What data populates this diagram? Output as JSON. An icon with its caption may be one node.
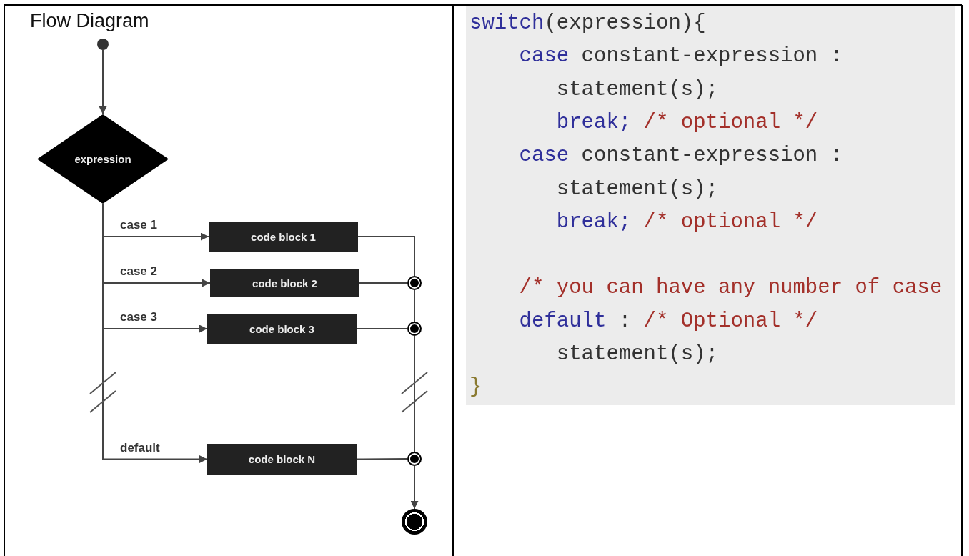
{
  "diagram": {
    "title": "Flow Diagram",
    "nodes": [
      {
        "text": [],
        "shape": "circle"
      },
      {
        "text": [
          "expression"
        ]
      },
      {
        "text": [
          "code block 1"
        ]
      },
      {
        "text": [
          "code block 2"
        ]
      },
      {
        "text": [
          "code block 3"
        ]
      },
      {
        "text": [
          "code block N"
        ]
      },
      {
        "text": [],
        "shape": "circle"
      },
      {
        "text": [],
        "shape": "circle"
      },
      {
        "text": [],
        "shape": "circle"
      },
      {
        "text": [],
        "shape": "circle"
      }
    ],
    "edges": [
      {
        "from": 0,
        "to": 1,
        "arrow": "to"
      },
      {
        "from": 1,
        "to": 2,
        "arrow": "to",
        "label": "case 1"
      },
      {
        "from": 1,
        "to": 3,
        "arrow": "to",
        "label": "case 2"
      },
      {
        "from": 1,
        "to": 4,
        "arrow": "to",
        "label": "case 3"
      },
      {
        "from": 1,
        "to": 5,
        "arrow": "to",
        "label": "default"
      },
      {
        "from": 2,
        "to": 6,
        "arrow": "none"
      },
      {
        "from": 3,
        "to": 6,
        "arrow": "none"
      },
      {
        "from": 6,
        "to": 7,
        "arrow": "none"
      },
      {
        "from": 4,
        "to": 7,
        "arrow": "none"
      },
      {
        "from": 7,
        "to": 8,
        "arrow": "none"
      },
      {
        "from": 5,
        "to": 8,
        "arrow": "none"
      },
      {
        "from": 8,
        "to": 9,
        "arrow": "to"
      }
    ],
    "labels": [
      "switch",
      "(expression){",
      "case",
      "constant-expression :",
      "statement(s);",
      "break;",
      "/* optional */",
      "case",
      "constant-expression :",
      "statement(s);",
      "break;",
      "/* optional */",
      "/* you can have any number of case",
      "default",
      ":",
      "/* Optional */",
      "statement(s);",
      "}"
    ]
  }
}
